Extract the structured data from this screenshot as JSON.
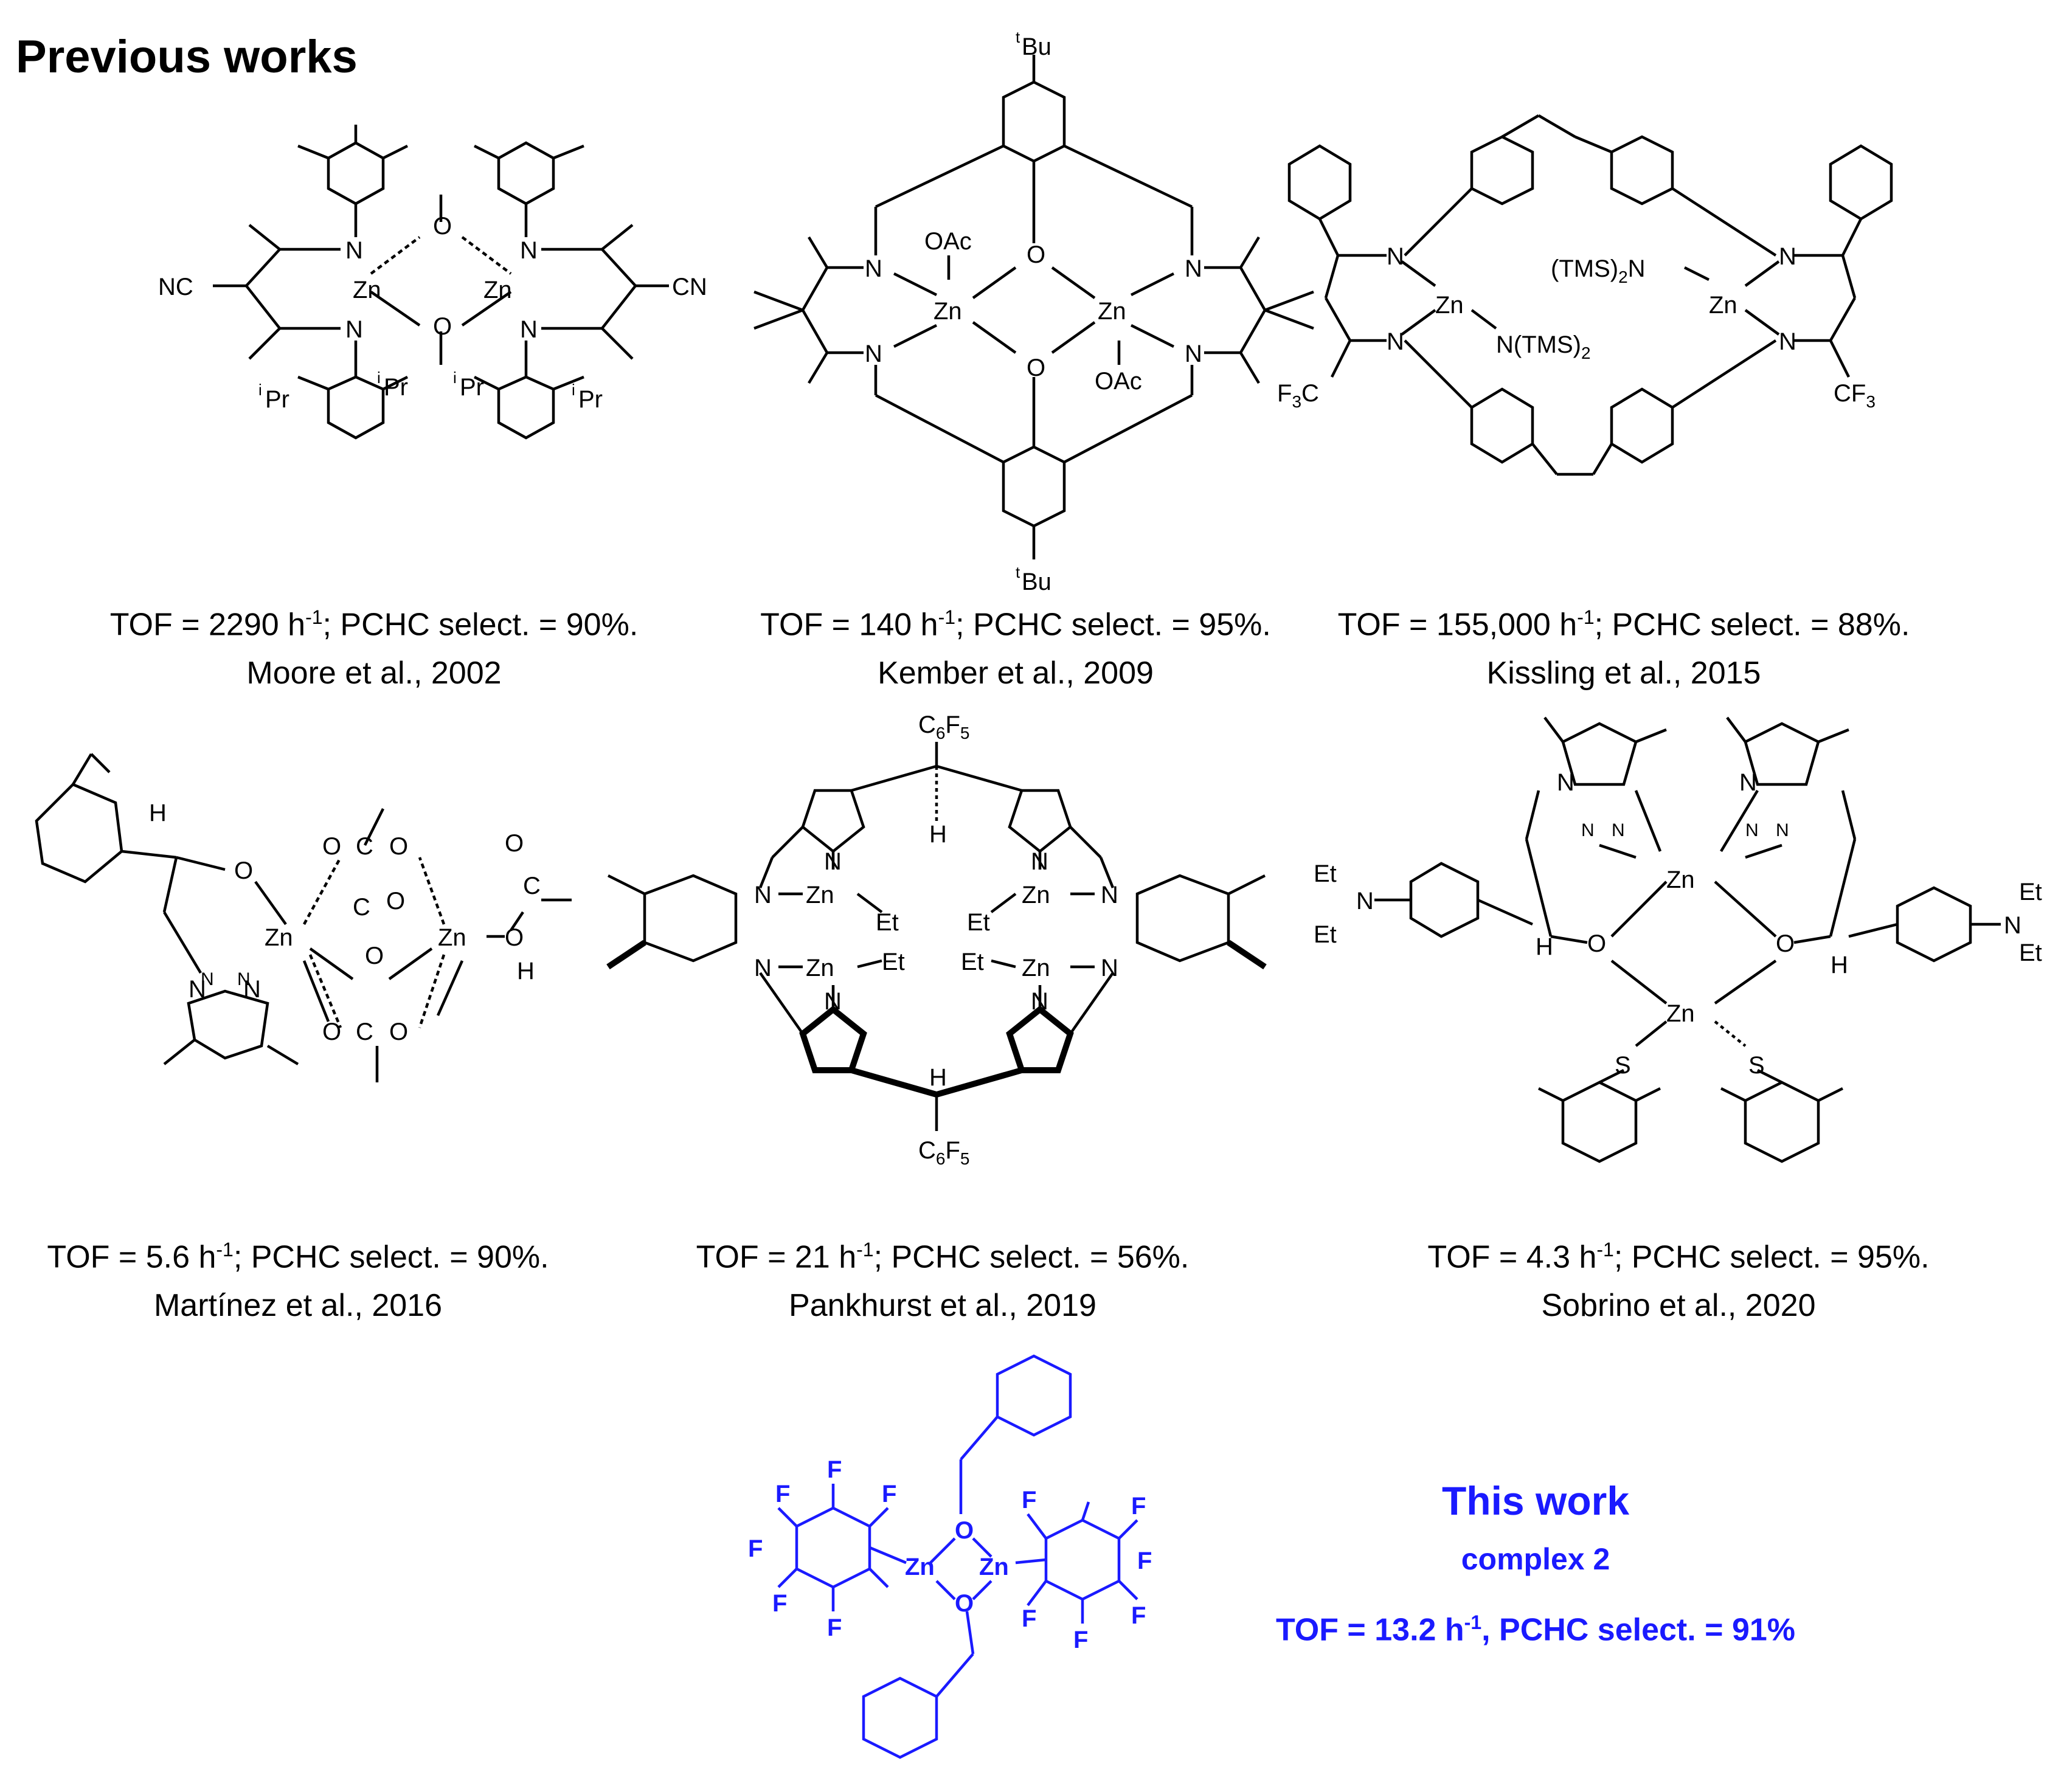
{
  "heading": "Previous works",
  "entries": [
    {
      "tof": "TOF = 2290 h",
      "exp": "-1",
      "sel": "; PCHC select. = 90%.",
      "ref": "Moore et al., 2002"
    },
    {
      "tof": "TOF = 140 h",
      "exp": "-1",
      "sel": "; PCHC select. = 95%.",
      "ref": "Kember et al., 2009"
    },
    {
      "tof": "TOF = 155,000 h",
      "exp": "-1",
      "sel": "; PCHC select. = 88%.",
      "ref": "Kissling et al., 2015"
    },
    {
      "tof": "TOF = 5.6 h",
      "exp": "-1",
      "sel": "; PCHC select. = 90%.",
      "ref": "Martínez et al., 2016"
    },
    {
      "tof": "TOF = 21 h",
      "exp": "-1",
      "sel": "; PCHC select. = 56%.",
      "ref": "Pankhurst et al., 2019"
    },
    {
      "tof": "TOF = 4.3 h",
      "exp": "-1",
      "sel": "; PCHC select. = 95%.",
      "ref": "Sobrino et al., 2020"
    }
  ],
  "this_work": {
    "title": "This work",
    "subtitle": "complex 2",
    "tof": "TOF = 13.2 h",
    "exp": "-1",
    "sel": ", PCHC select. = 91%",
    "color": "#1a1aff"
  },
  "atoms": {
    "Zn": "Zn",
    "N": "N",
    "O": "O",
    "H": "H",
    "S": "S",
    "F": "F",
    "CN": "CN",
    "NC": "NC",
    "iPr": "Pr",
    "i": "i",
    "tBu": "Bu",
    "t": "t",
    "OAc": "OAc",
    "TMS2N": "(TMS)",
    "TMS2N_end": "N",
    "NTMS2": "N(TMS)",
    "sub2": "2",
    "F3C": "F",
    "F3C_end": "C",
    "CF3": "CF",
    "sub3": "3",
    "C6F5_a": "C",
    "sub6": "6",
    "C6F5_b": "F",
    "sub5": "5",
    "Et": "Et",
    "C": "C"
  }
}
